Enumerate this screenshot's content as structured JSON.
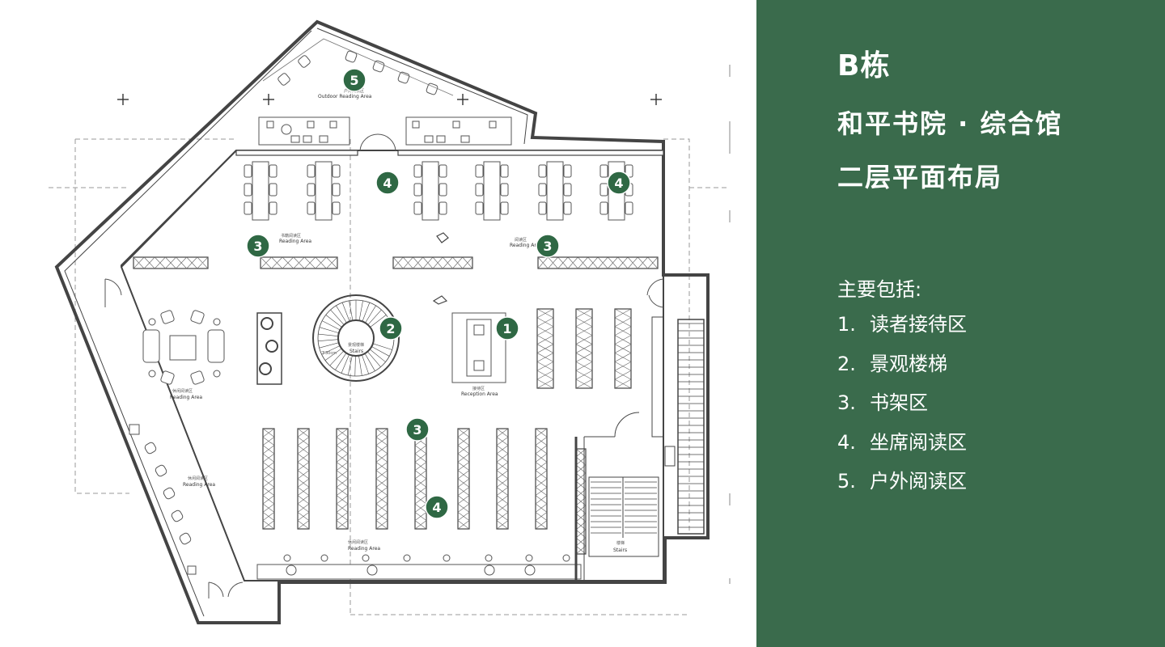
{
  "panel": {
    "title": "B栋",
    "subtitle_line1": "和平书院 · 综合馆",
    "subtitle_line2": "二层平面布局",
    "intro": "主要包括:",
    "legend": [
      {
        "num": "1.",
        "label": "读者接待区"
      },
      {
        "num": "2.",
        "label": "景观楼梯"
      },
      {
        "num": "3.",
        "label": "书架区"
      },
      {
        "num": "4.",
        "label": "坐席阅读区"
      },
      {
        "num": "5.",
        "label": "户外阅读区"
      }
    ],
    "background_color": "#3a6b4c"
  },
  "plan": {
    "marker_color": "#2f6844",
    "markers": [
      "5",
      "4",
      "4",
      "3",
      "3",
      "2",
      "1",
      "3",
      "4"
    ],
    "labels": {
      "outdoor_reading_cn": "户外阅读区",
      "outdoor_reading_en": "Outdoor Reading Area",
      "reading_a_cn": "书籍阅读区",
      "reading_a_en": "Reading Area",
      "reading_b_cn": "阅读区",
      "reading_b_en": "Reading Area",
      "lounge_cn": "休闲阅读区",
      "lounge_en": "Reading Area",
      "stairs_cn": "景观楼梯",
      "stairs_en": "Stairs",
      "stairs_note": "下30cm",
      "reception_cn": "接待区",
      "reception_en": "Reception Area",
      "west_cn": "休闲阅读区",
      "west_en": "Reading Area",
      "south_cn": "休闲阅读区",
      "south_en": "Reading Area",
      "stair2_cn": "楼梯",
      "stair2_en": "Stairs"
    }
  }
}
